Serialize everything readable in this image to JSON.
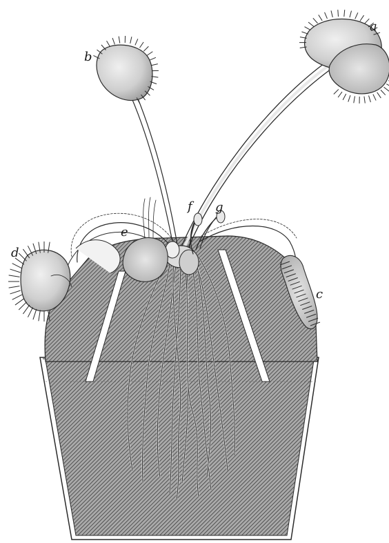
{
  "figure": {
    "labels": {
      "a": "a",
      "b": "b",
      "c": "c",
      "d": "d",
      "e": "e",
      "f": "f",
      "g": "g"
    }
  },
  "colors": {
    "ink": "#2a2a2a",
    "paper": "#ffffff",
    "soil_fill": "#8a8a8a",
    "leaf_fill": "#d8d8d8"
  }
}
